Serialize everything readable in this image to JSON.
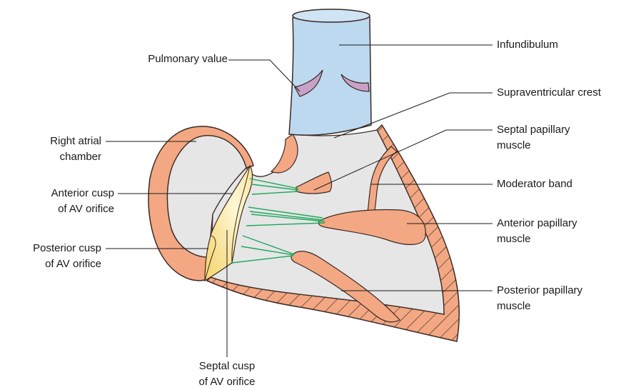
{
  "labels": {
    "pulmonary_valve": "Pulmonary value",
    "infundibulum": "Infundibulum",
    "supraventricular_crest": "Supraventricular crest",
    "septal_papillary_muscle": [
      "Septal papillary",
      "muscle"
    ],
    "right_atrial_chamber": [
      "Right atrial",
      "chamber"
    ],
    "moderator_band": "Moderator band",
    "anterior_cusp": [
      "Anterior cusp",
      "of AV orifice"
    ],
    "anterior_papillary_muscle": [
      "Anterior papillary",
      "muscle"
    ],
    "posterior_cusp": [
      "Posterior cusp",
      "of AV orifice"
    ],
    "posterior_papillary_muscle": [
      "Posterior papillary",
      "muscle"
    ],
    "septal_cusp": [
      "Septal cusp",
      "of AV orifice"
    ]
  },
  "colors": {
    "muscle": "#f3a883",
    "muscle_outline": "#3a2a24",
    "chamber": "#e6e6e7",
    "infundibulum": "#bcd9f0",
    "valve_cusp": "#c9a1c7",
    "av_cusp": "#fbe9a7",
    "chordae": "#1fa85a",
    "leader": "#1a1a1a"
  }
}
